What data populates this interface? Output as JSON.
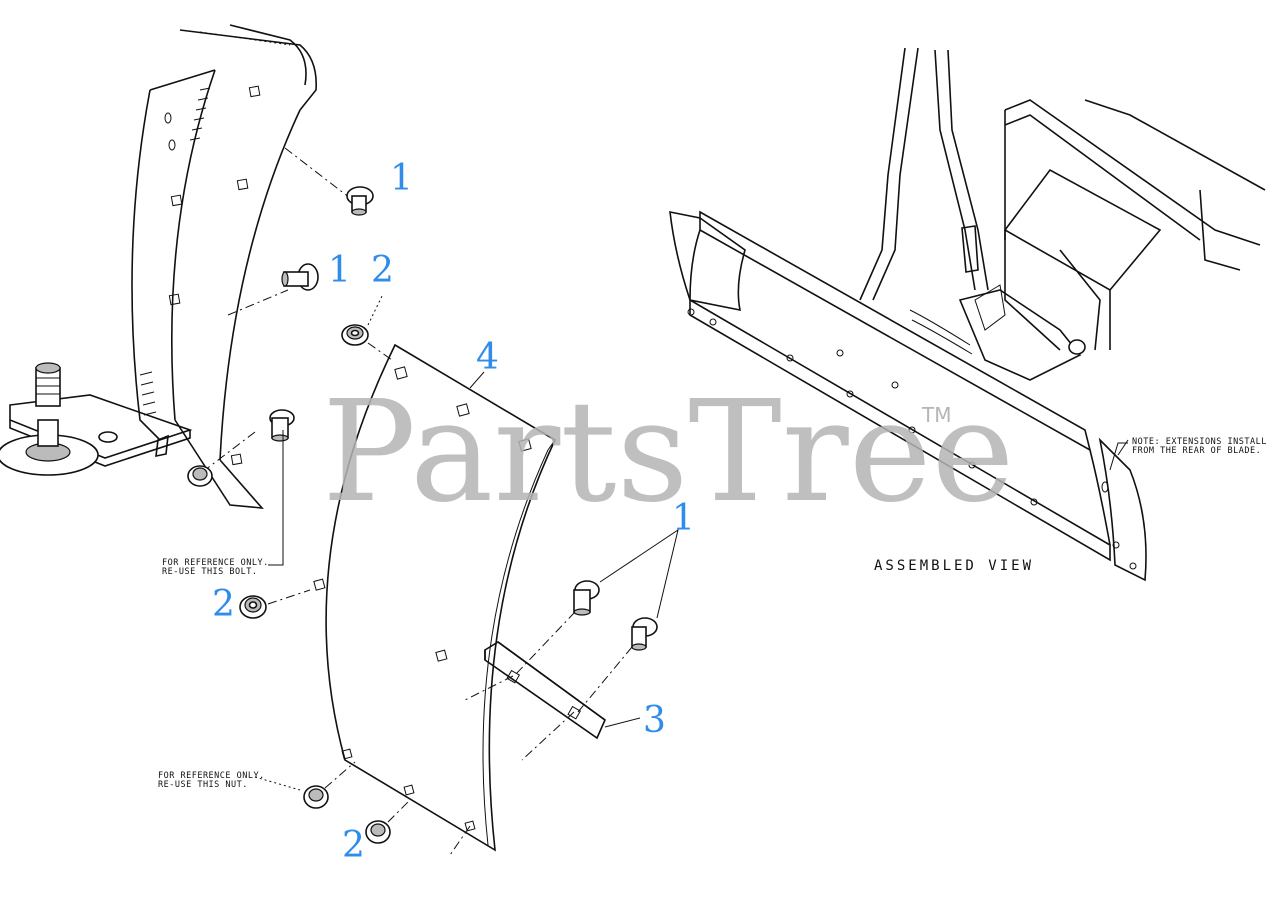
{
  "watermark": {
    "brand": "PartsTree",
    "trademark": "TM"
  },
  "callouts": {
    "c1a": "1",
    "c1b": "1",
    "c1c": "1",
    "c2a": "2",
    "c2b": "2",
    "c2c": "2",
    "c3": "3",
    "c4": "4"
  },
  "notes": {
    "bolt_line1": "FOR REFERENCE ONLY.",
    "bolt_line2": "RE-USE THIS BOLT.",
    "nut_line1": "FOR REFERENCE ONLY.",
    "nut_line2": "RE-USE THIS NUT.",
    "ext_line1": "NOTE: EXTENSIONS INSTALL",
    "ext_line2": "FROM THE REAR OF BLADE."
  },
  "assembled_view_label": "ASSEMBLED VIEW",
  "colors": {
    "callout": "#2f8cea",
    "watermark": "#b5b5b5",
    "line": "#111111"
  }
}
